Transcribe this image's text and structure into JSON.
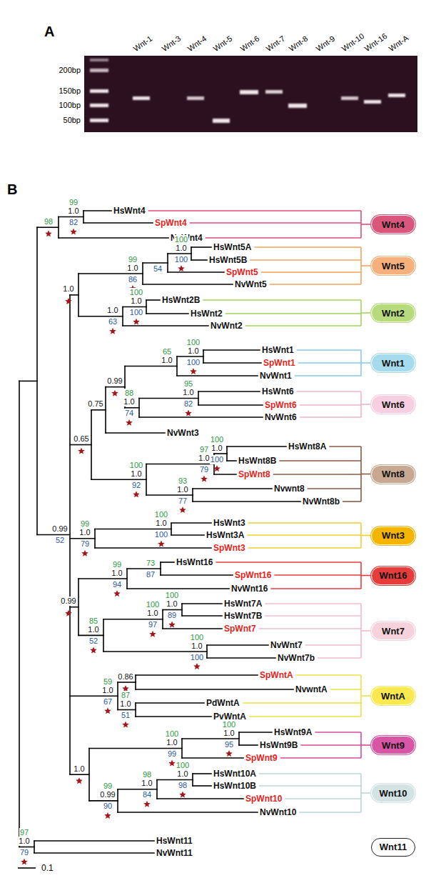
{
  "diagram": {
    "nodes": [
      {
        "text": [
          "Wnt4"
        ]
      },
      {
        "text": [
          "Wnt5"
        ]
      },
      {
        "text": [
          "Wnt2"
        ]
      },
      {
        "text": [
          "Wnt1"
        ]
      },
      {
        "text": [
          "Wnt6"
        ]
      },
      {
        "text": [
          "Wnt8"
        ]
      },
      {
        "text": [
          "Wnt3"
        ]
      },
      {
        "text": [
          "Wnt16"
        ]
      },
      {
        "text": [
          "Wnt7"
        ]
      },
      {
        "text": [
          "WntA"
        ]
      },
      {
        "text": [
          "Wnt9"
        ]
      },
      {
        "text": [
          "Wnt10"
        ]
      },
      {
        "text": [
          "Wnt11"
        ]
      }
    ],
    "labels": [
      "A",
      "Wnt-1",
      "Wnt-3",
      "Wnt-4",
      "Wnt-5",
      "Wnt-6",
      "Wnt-7",
      "Wnt-8",
      "Wnt-9",
      "Wnt-10",
      "Wnt-16",
      "Wnt-A",
      "200bp",
      "150bp",
      "100bp",
      "50bp",
      "B",
      "98",
      "99",
      "1.0",
      "82",
      "HsWnt4",
      "SpWnt4",
      "NvWnt4",
      "0.99",
      "52",
      "1.0",
      "99",
      "1.0",
      "86",
      "54",
      "100",
      "1.0",
      "100",
      "HsWnt5A",
      "HsWnt5B",
      "SpWnt5",
      "NvWnt5",
      "1.0",
      "63",
      "100",
      "1.0",
      "100",
      "HsWnt2B",
      "HsWnt2",
      "NvWnt2",
      "0.65",
      "0.75",
      "0.99",
      "65",
      "1.0",
      "100",
      "1.0",
      "100",
      "HsWnt1",
      "SpWnt1",
      "NvWnt1",
      "88",
      "1.0",
      "74",
      "95",
      "1.0",
      "82",
      "HsWnt6",
      "SpWnt6",
      "NvWnt6",
      "NvWnt3",
      "100",
      "1.0",
      "92",
      "97",
      "1.0",
      "79",
      "100",
      "1.0",
      "100",
      "HsWnt8A",
      "HsWnt8B",
      "SpWnt8",
      "93",
      "1.0",
      "77",
      "Nvwnt8",
      "NvWnt8b",
      "99",
      "1.0",
      "79",
      "100",
      "1.0",
      "100",
      "HsWnt3",
      "HsWnt3A",
      "SpWnt3",
      "0.99",
      "99",
      "1.0",
      "94",
      "73",
      "87",
      "HsWnt16",
      "SpWnt16",
      "NvWnt16",
      "85",
      "1.0",
      "52",
      "100",
      "1.0",
      "97",
      "100",
      "1.0",
      "89",
      "HsWnt7A",
      "HsWnt7B",
      "SpWnt7",
      "100",
      "1.0",
      "100",
      "NvWnt7",
      "NvWnt7b",
      "59",
      "1.0",
      "67",
      "0.86",
      "SpWntA",
      "NvwntA",
      "87",
      "1.0",
      "51",
      "PdWntA",
      "PvWntA",
      "1.0",
      "100",
      "1.0",
      "99",
      "100",
      "1.0",
      "95",
      "HsWnt9A",
      "HsWnt9B",
      "SpWnt9",
      "99",
      "0.99",
      "90",
      "98",
      "1.0",
      "84",
      "100",
      "1.0",
      "98",
      "HsWnt10A",
      "HsWnt10B",
      "SpWnt10",
      "NvWnt10",
      "97",
      "1.0",
      "79",
      "HsWnt11",
      "NvWnt11",
      "0.1"
    ]
  }
}
